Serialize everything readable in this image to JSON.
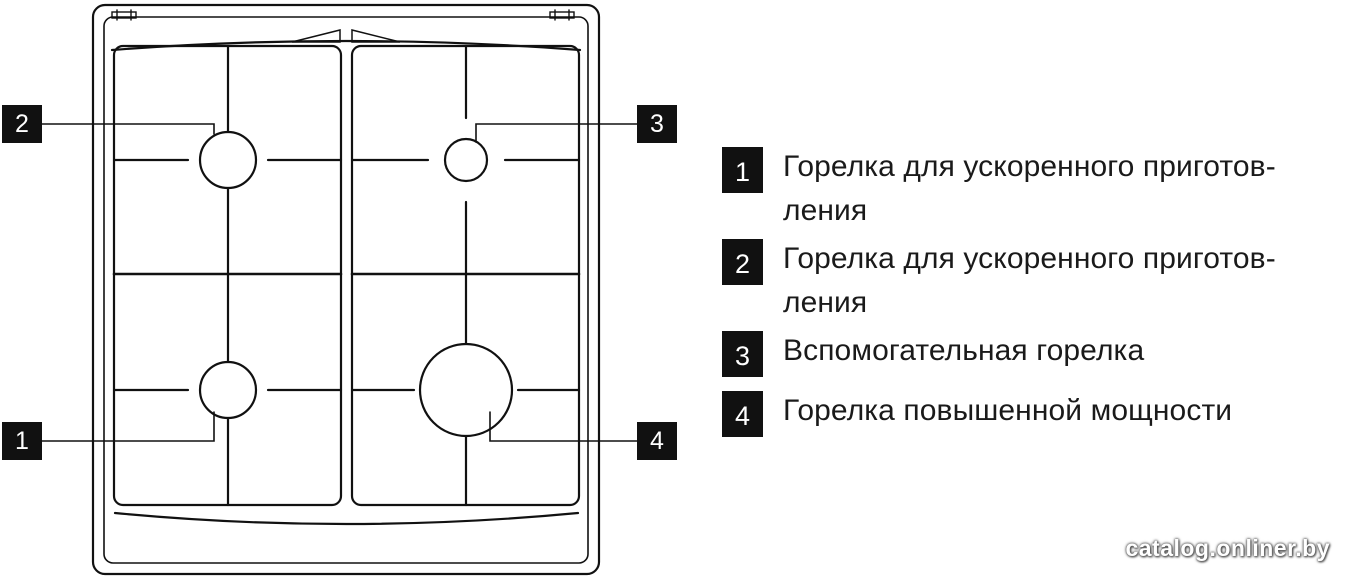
{
  "callouts": [
    {
      "number": "2",
      "target": "burner-top-left"
    },
    {
      "number": "3",
      "target": "burner-top-right"
    },
    {
      "number": "1",
      "target": "burner-bottom-left"
    },
    {
      "number": "4",
      "target": "burner-bottom-right"
    }
  ],
  "legend": [
    {
      "number": "1",
      "lines": [
        "Горелка для ускоренного приготов-",
        "ления"
      ]
    },
    {
      "number": "2",
      "lines": [
        "Горелка для ускоренного приготов-",
        "ления"
      ]
    },
    {
      "number": "3",
      "lines": [
        "Вспомогательная горелка"
      ]
    },
    {
      "number": "4",
      "lines": [
        "Горелка повышенной мощности"
      ]
    }
  ],
  "watermark": "catalog.onliner.by"
}
